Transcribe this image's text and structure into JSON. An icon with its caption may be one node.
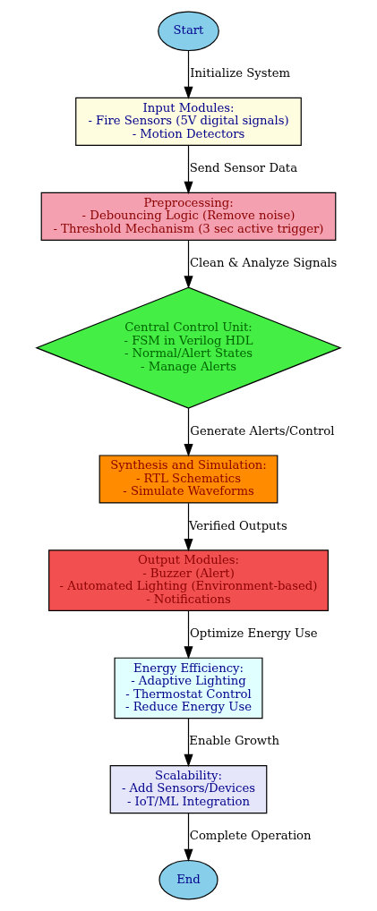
{
  "diagram": {
    "nodes": [
      {
        "text": [
          "Start"
        ]
      },
      {
        "text": [
          "Input Modules:",
          "- Fire Sensors (5V digital signals)",
          "- Motion Detectors"
        ]
      },
      {
        "text": [
          "Preprocessing:",
          "- Debouncing Logic (Remove noise)",
          "- Threshold Mechanism (3 sec active trigger)"
        ]
      },
      {
        "text": [
          "Central Control Unit:",
          "- FSM in Verilog HDL",
          "- Normal/Alert States",
          "- Manage Alerts"
        ]
      },
      {
        "text": [
          "Synthesis and Simulation:",
          "- RTL Schematics",
          "- Simulate Waveforms"
        ]
      },
      {
        "text": [
          "Output Modules:",
          "- Buzzer (Alert)",
          "- Automated Lighting (Environment-based)",
          "- Notifications"
        ]
      },
      {
        "text": [
          "Energy Efficiency:",
          "- Adaptive Lighting",
          "- Thermostat Control",
          "- Reduce Energy Use"
        ]
      },
      {
        "text": [
          "Scalability:",
          "- Add Sensors/Devices",
          "- IoT/ML Integration"
        ]
      },
      {
        "text": [
          "End"
        ]
      }
    ],
    "edges": [
      {
        "from": 0,
        "to": 1,
        "arrow": "to",
        "label": "Initialize System"
      },
      {
        "from": 1,
        "to": 2,
        "arrow": "to",
        "label": "Send Sensor Data"
      },
      {
        "from": 2,
        "to": 3,
        "arrow": "to",
        "label": "Clean & Analyze Signals"
      },
      {
        "from": 3,
        "to": 4,
        "arrow": "to",
        "label": "Generate Alerts/Control"
      },
      {
        "from": 4,
        "to": 5,
        "arrow": "to",
        "label": "Verified Outputs"
      },
      {
        "from": 5,
        "to": 6,
        "arrow": "to",
        "label": "Optimize Energy Use"
      },
      {
        "from": 6,
        "to": 7,
        "arrow": "to",
        "label": "Enable Growth"
      },
      {
        "from": 7,
        "to": 8,
        "arrow": "to",
        "label": "Complete Operation"
      }
    ]
  }
}
